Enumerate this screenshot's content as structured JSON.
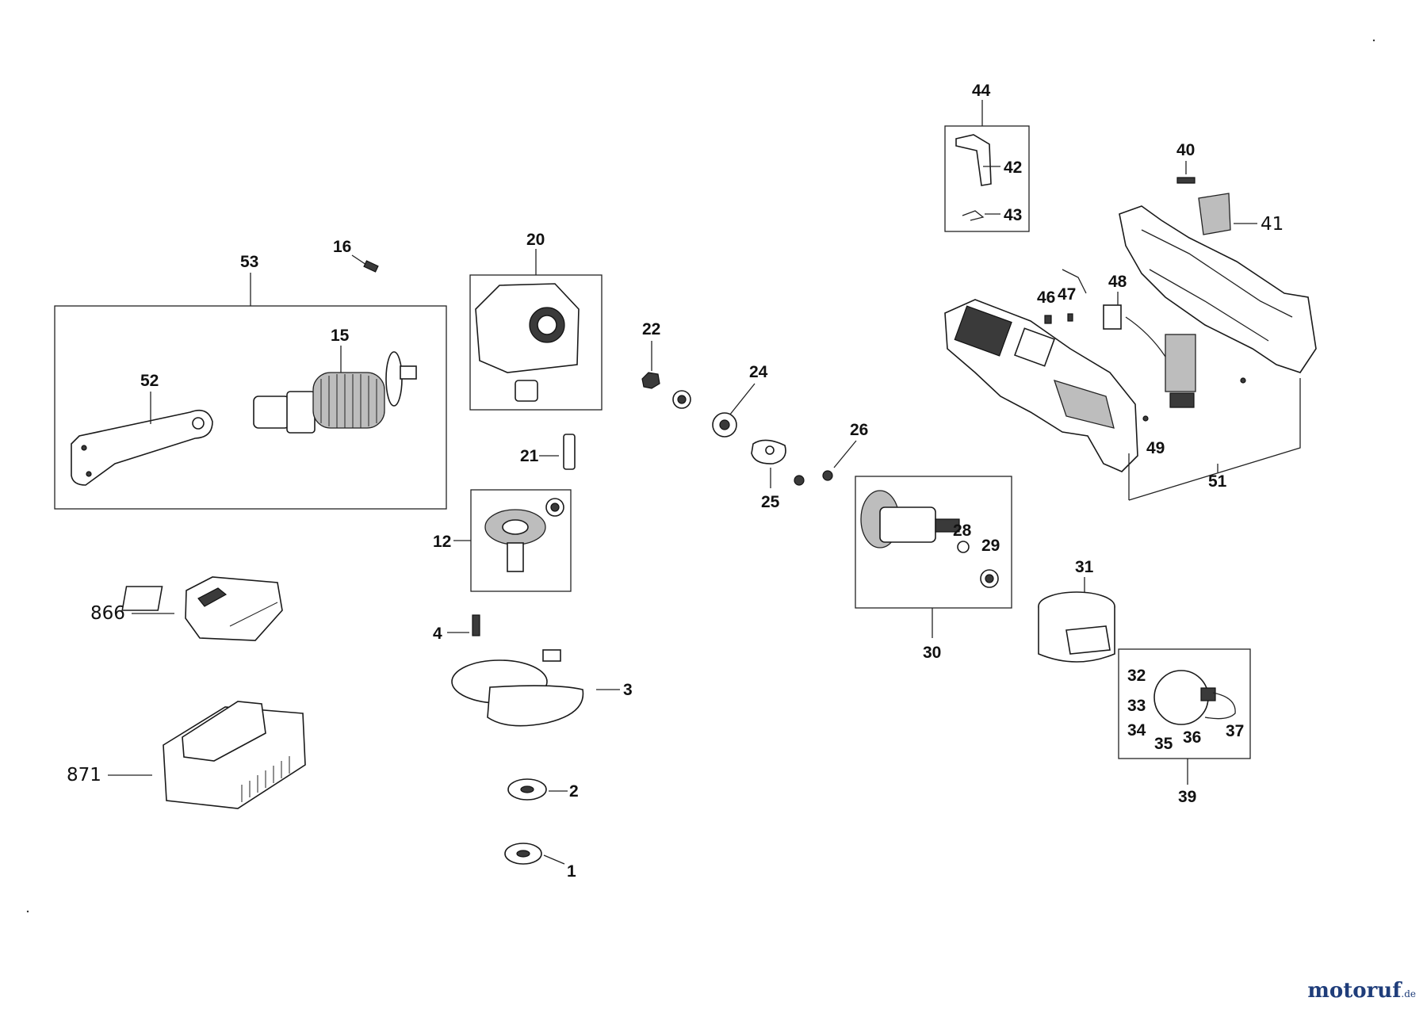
{
  "labels": {
    "l1": "1",
    "l2": "2",
    "l3": "3",
    "l4": "4",
    "l12": "12",
    "l15": "15",
    "l16": "16",
    "l20": "20",
    "l21": "21",
    "l22": "22",
    "l24": "24",
    "l25": "25",
    "l26": "26",
    "l28": "28",
    "l29": "29",
    "l30": "30",
    "l31": "31",
    "l32": "32",
    "l33": "33",
    "l34": "34",
    "l35": "35",
    "l36": "36",
    "l37": "37",
    "l39": "39",
    "l40": "40",
    "l41": "41",
    "l42": "42",
    "l43": "43",
    "l44": "44",
    "l46": "46",
    "l47": "47",
    "l48": "48",
    "l49": "49",
    "l51": "51",
    "l52": "52",
    "l53": "53",
    "l866": "866",
    "l871": "871"
  },
  "brand": {
    "name": "motoruf",
    "tld": ".de"
  },
  "icons": {
    "battery": "battery-pack-icon",
    "charger": "charger-icon",
    "grinder": "angle-grinder-housing-icon"
  }
}
